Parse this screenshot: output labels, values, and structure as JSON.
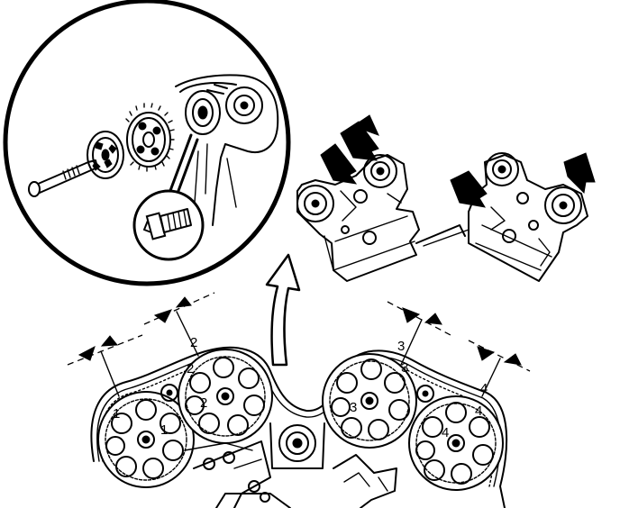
{
  "diagram": {
    "mark_labels": {
      "m1": "1",
      "m2": "2",
      "m3": "3",
      "m4": "4"
    }
  }
}
